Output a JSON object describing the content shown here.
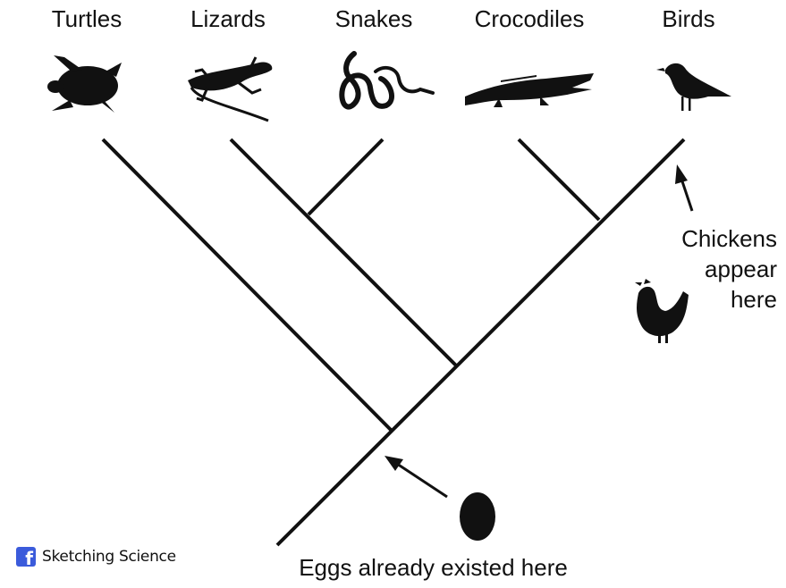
{
  "taxa": [
    "Turtles",
    "Lizards",
    "Snakes",
    "Crocodiles",
    "Birds"
  ],
  "annotations": {
    "chickens": [
      "Chickens",
      "appear",
      "here"
    ],
    "eggs": "Eggs already existed here"
  },
  "credit": {
    "icon": "facebook-icon",
    "text": "Sketching Science"
  },
  "icons": [
    "turtle-icon",
    "lizard-icon",
    "snake-icon",
    "crocodile-icon",
    "bird-icon",
    "chicken-icon",
    "egg-icon"
  ],
  "colors": {
    "ink": "#111111",
    "facebook": "#3b5bdb"
  }
}
